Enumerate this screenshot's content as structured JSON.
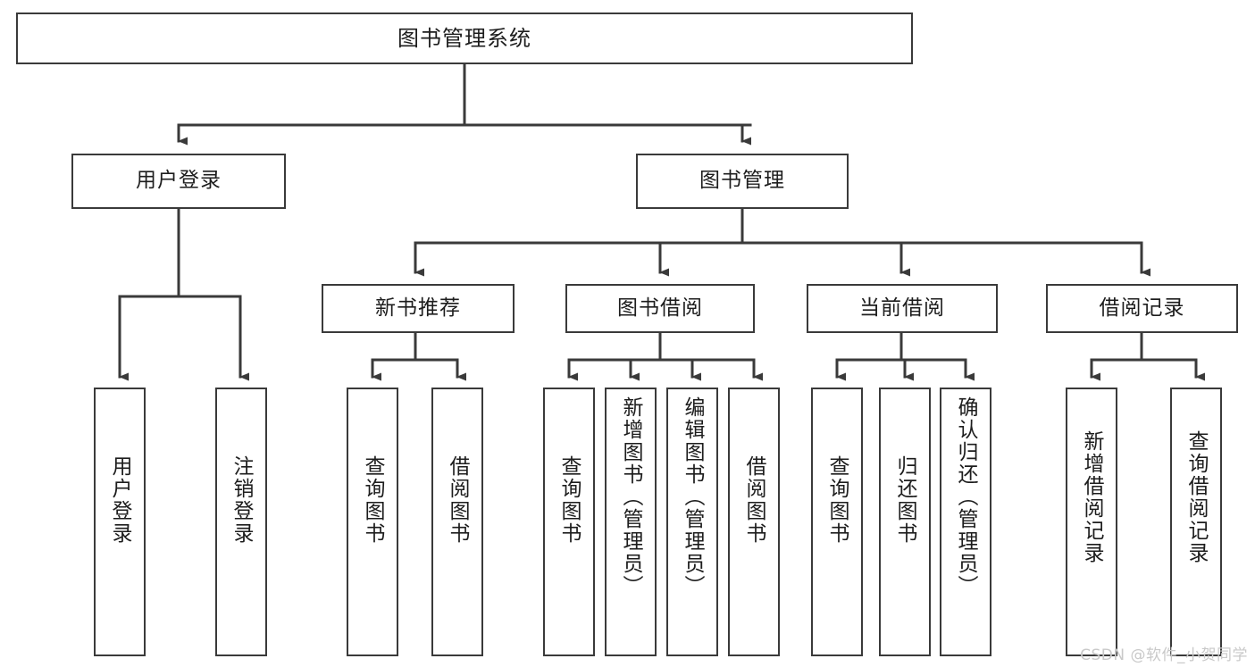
{
  "diagram": {
    "title": "图书管理系统",
    "watermark": "CSDN @软件_小贺同学",
    "line_color": "#3a3a3a",
    "box_border_color": "#3a3a3a",
    "text_color": "#1d1d1d",
    "background": "#ffffff",
    "root": {
      "label": "图书管理系统"
    },
    "level1": [
      {
        "label": "用户登录"
      },
      {
        "label": "图书管理"
      }
    ],
    "level2": [
      {
        "label": "新书推荐"
      },
      {
        "label": "图书借阅"
      },
      {
        "label": "当前借阅"
      },
      {
        "label": "借阅记录"
      }
    ],
    "leaves": [
      {
        "label": "用户登录",
        "parent": "用户登录"
      },
      {
        "label": "注销登录",
        "parent": "用户登录"
      },
      {
        "label": "查询图书",
        "parent": "新书推荐"
      },
      {
        "label": "借阅图书",
        "parent": "新书推荐"
      },
      {
        "label": "查询图书",
        "parent": "图书借阅"
      },
      {
        "label": "新增图书（管理员）",
        "parent": "图书借阅"
      },
      {
        "label": "编辑图书（管理员）",
        "parent": "图书借阅"
      },
      {
        "label": "借阅图书",
        "parent": "图书借阅"
      },
      {
        "label": "查询图书",
        "parent": "当前借阅"
      },
      {
        "label": "归还图书",
        "parent": "当前借阅"
      },
      {
        "label": "确认归还（管理员）",
        "parent": "当前借阅"
      },
      {
        "label": "新增借阅记录",
        "parent": "借阅记录"
      },
      {
        "label": "查询借阅记录",
        "parent": "借阅记录"
      }
    ]
  }
}
